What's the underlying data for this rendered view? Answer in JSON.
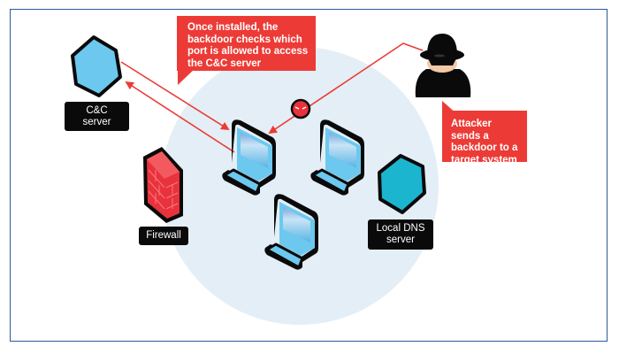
{
  "diagram": {
    "title": "Backdoor attack using port check to reach C&C server",
    "callouts": {
      "installed": "Once installed, the backdoor checks which port is allowed to access the C&C server",
      "attacker": "Attacker sends a backdoor to a target system"
    },
    "labels": {
      "cc_server": "C&C\nserver",
      "firewall": "Firewall",
      "dns_server": "Local DNS\nserver"
    },
    "nodes": [
      {
        "id": "cc-server",
        "type": "server",
        "label": "C&C server"
      },
      {
        "id": "firewall",
        "type": "firewall",
        "label": "Firewall"
      },
      {
        "id": "target-laptop",
        "type": "computer",
        "label": ""
      },
      {
        "id": "laptop-2",
        "type": "computer",
        "label": ""
      },
      {
        "id": "laptop-3",
        "type": "computer",
        "label": ""
      },
      {
        "id": "dns-server",
        "type": "server",
        "label": "Local DNS server"
      },
      {
        "id": "attacker",
        "type": "attacker",
        "label": ""
      },
      {
        "id": "backdoor",
        "type": "malware",
        "label": ""
      }
    ],
    "edges": [
      {
        "from": "cc-server",
        "to": "target-laptop"
      },
      {
        "from": "target-laptop",
        "to": "cc-server"
      },
      {
        "from": "attacker",
        "to": "target-laptop",
        "via": "backdoor"
      }
    ],
    "colors": {
      "accent_red": "#ec3b36",
      "network_circle": "#e4eef6",
      "cc_server_fill": "#6cc8ee",
      "dns_server_fill": "#1cb5cf",
      "firewall_fill": "#e8323c",
      "label_bg": "#0a0a0a",
      "frame_border": "#2a5a9a"
    }
  }
}
